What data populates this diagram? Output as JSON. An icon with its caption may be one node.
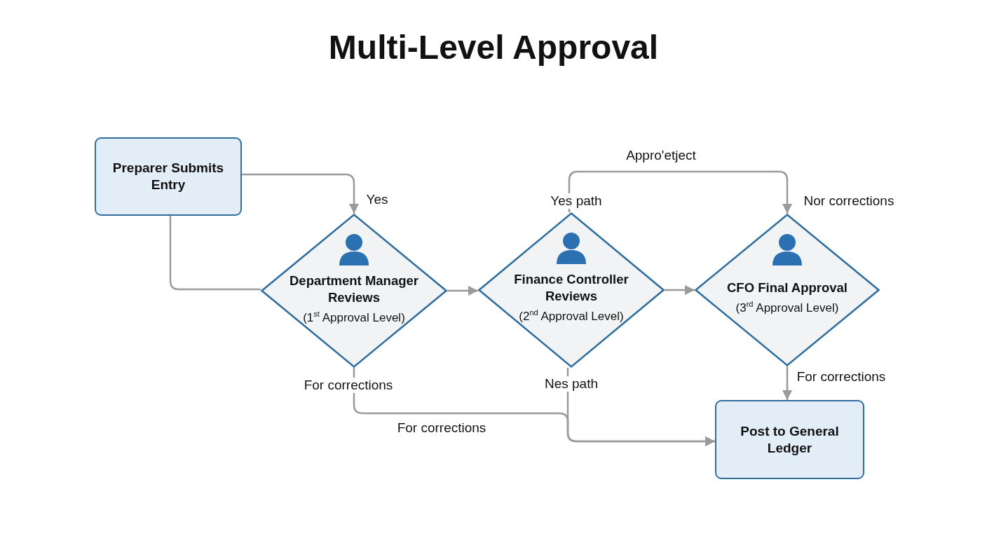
{
  "diagram": {
    "title": "Multi-Level Approval",
    "nodes": [
      {
        "text": [
          "Preparer Submits Entry"
        ]
      },
      {
        "text": [
          "Department Manager Reviews",
          "(1$^{st}$ Approval Level)"
        ]
      },
      {
        "text": [
          "Finance Controller Reviews",
          "(2$^{nd}$ Approval Level)"
        ]
      },
      {
        "text": [
          "CFO Final Approval",
          "(3$^{rd}$ Approval Level)"
        ]
      },
      {
        "text": [
          "Post to General Ledger"
        ]
      }
    ],
    "edges": [
      {
        "from": 0,
        "to": 1,
        "arrow": "to",
        "label": "Yes"
      },
      {
        "from": 0,
        "to": 1,
        "arrow": "none"
      },
      {
        "from": 1,
        "to": 2,
        "arrow": "to"
      },
      {
        "from": 2,
        "to": 3,
        "arrow": "to"
      },
      {
        "from": 2,
        "to": 3,
        "arrow": "to",
        "label": "Appro'etject"
      },
      {
        "from": 3,
        "to": 4,
        "arrow": "to",
        "label": "For corrections"
      },
      {
        "from": 1,
        "to": 4,
        "arrow": "to",
        "label": "For corrections"
      },
      {
        "from": 2,
        "to": 4,
        "arrow": "to",
        "label": "Nes path"
      }
    ],
    "labels": [
      "Yes path",
      "Nor corrections",
      "For corrections"
    ]
  }
}
